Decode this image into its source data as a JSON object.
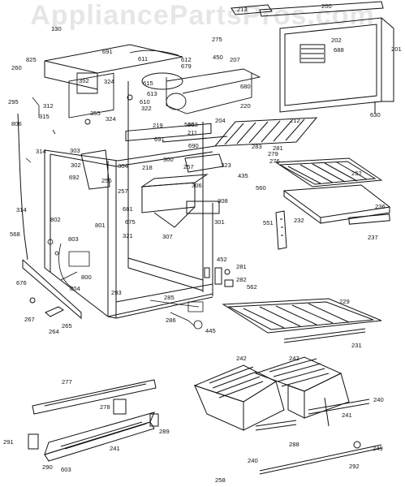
{
  "watermark": "AppliancePartsPros.com",
  "labels": [
    "213",
    "200",
    "130",
    "202",
    "688",
    "201",
    "275",
    "450",
    "207",
    "260",
    "825",
    "691",
    "611",
    "612",
    "679",
    "352",
    "324",
    "615",
    "613",
    "610",
    "322",
    "680",
    "295",
    "355",
    "312",
    "315",
    "324",
    "220",
    "630",
    "806",
    "314",
    "303",
    "219",
    "203",
    "211",
    "566",
    "204",
    "212",
    "691",
    "690",
    "283",
    "281",
    "279",
    "276",
    "302",
    "304",
    "218",
    "300",
    "257",
    "692",
    "256",
    "323",
    "435",
    "560",
    "252",
    "257",
    "306",
    "681",
    "308",
    "301",
    "675",
    "236",
    "551",
    "232",
    "237",
    "314",
    "568",
    "802",
    "801",
    "321",
    "307",
    "803",
    "452",
    "281",
    "800",
    "282",
    "562",
    "804",
    "676",
    "293",
    "285",
    "229",
    "267",
    "286",
    "445",
    "264",
    "265",
    "231",
    "277",
    "242",
    "242",
    "240",
    "241",
    "278",
    "289",
    "288",
    "241",
    "291",
    "240",
    "249",
    "290",
    "603",
    "292",
    "258"
  ]
}
